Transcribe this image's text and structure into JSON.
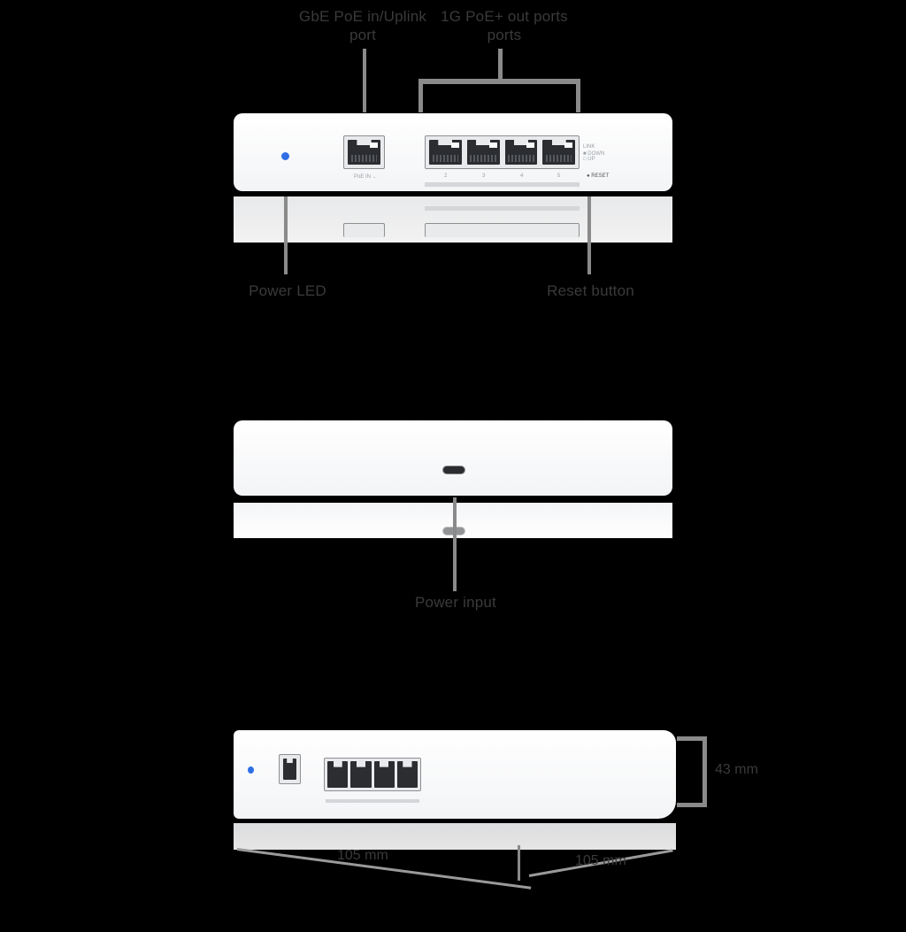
{
  "front_view": {
    "callouts": {
      "uplink_port": "GbE PoE in/Uplink\nport",
      "poe_out_ports": "1G PoE+ out ports\nports",
      "power_led": "Power LED",
      "reset_button": "Reset button"
    },
    "device": {
      "uplink_port_label": "PoE IN ←",
      "port_numbers": [
        "2",
        "3",
        "4",
        "5"
      ],
      "legend_link": "LINK",
      "legend_down": "■ DOWN",
      "legend_up": "□ UP",
      "reset_label": "● RESET",
      "led_color": "#2f6fe6"
    }
  },
  "rear_view": {
    "callouts": {
      "power_input": "Power input"
    },
    "device": {
      "connector": "usb-c-port"
    }
  },
  "iso_view": {
    "dimensions": {
      "height": "43 mm",
      "width": "105 mm",
      "depth": "105 mm"
    }
  },
  "colors": {
    "background": "#000000",
    "label_text": "#3a3a3a",
    "leader_line": "#8a8a8a",
    "device_body": "#f5f6f8"
  }
}
